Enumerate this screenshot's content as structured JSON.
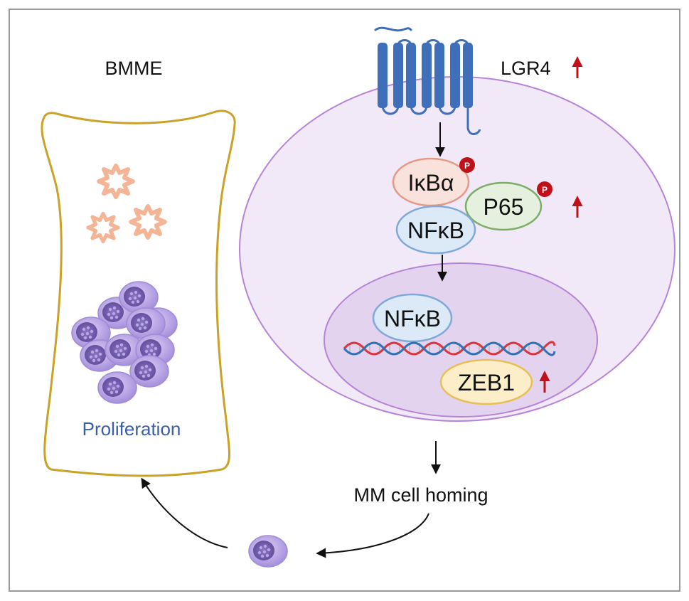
{
  "labels": {
    "bmme": "BMME",
    "lgr4": "LGR4",
    "ikba": "IκBα",
    "p65": "P65",
    "nfkb_cytoplasm": "NFκB",
    "nfkb_nucleus": "NFκB",
    "zeb1": "ZEB1",
    "phospho": "P",
    "proliferation": "Proliferation",
    "homing": "MM cell homing"
  },
  "colors": {
    "frame": "#9a9a9a",
    "bone_outline": "#c9a227",
    "cell_fill": "#f2e9f8",
    "cell_outline": "#b584d6",
    "nucleus_fill": "#e4d3ee",
    "receptor": "#3f6fb8",
    "up_arrow": "#c0111a",
    "phospho_badge": "#c0111a",
    "ikba_fill": "#f9e2dc",
    "ikba_outline": "#e39a86",
    "p65_fill": "#e6f0de",
    "p65_outline": "#7cae67",
    "nfkb_fill": "#dce9f6",
    "nfkb_outline": "#7ea9d8",
    "zeb1_fill": "#fbeec9",
    "zeb1_outline": "#e8bf56",
    "dna_red": "#d9363e",
    "dna_blue": "#2f73b6",
    "osteoclast": "#f3b596",
    "mm_cell_light": "#c9b5ee",
    "mm_cell_dark": "#6f5cae",
    "proliferation_text": "#3b5ea8"
  },
  "icons": {
    "receptor": "seven-transmembrane-receptor-icon",
    "osteoclast": "osteoclast-cell-icon",
    "mm_cell": "myeloma-cell-icon",
    "up": "up-arrow-icon"
  }
}
